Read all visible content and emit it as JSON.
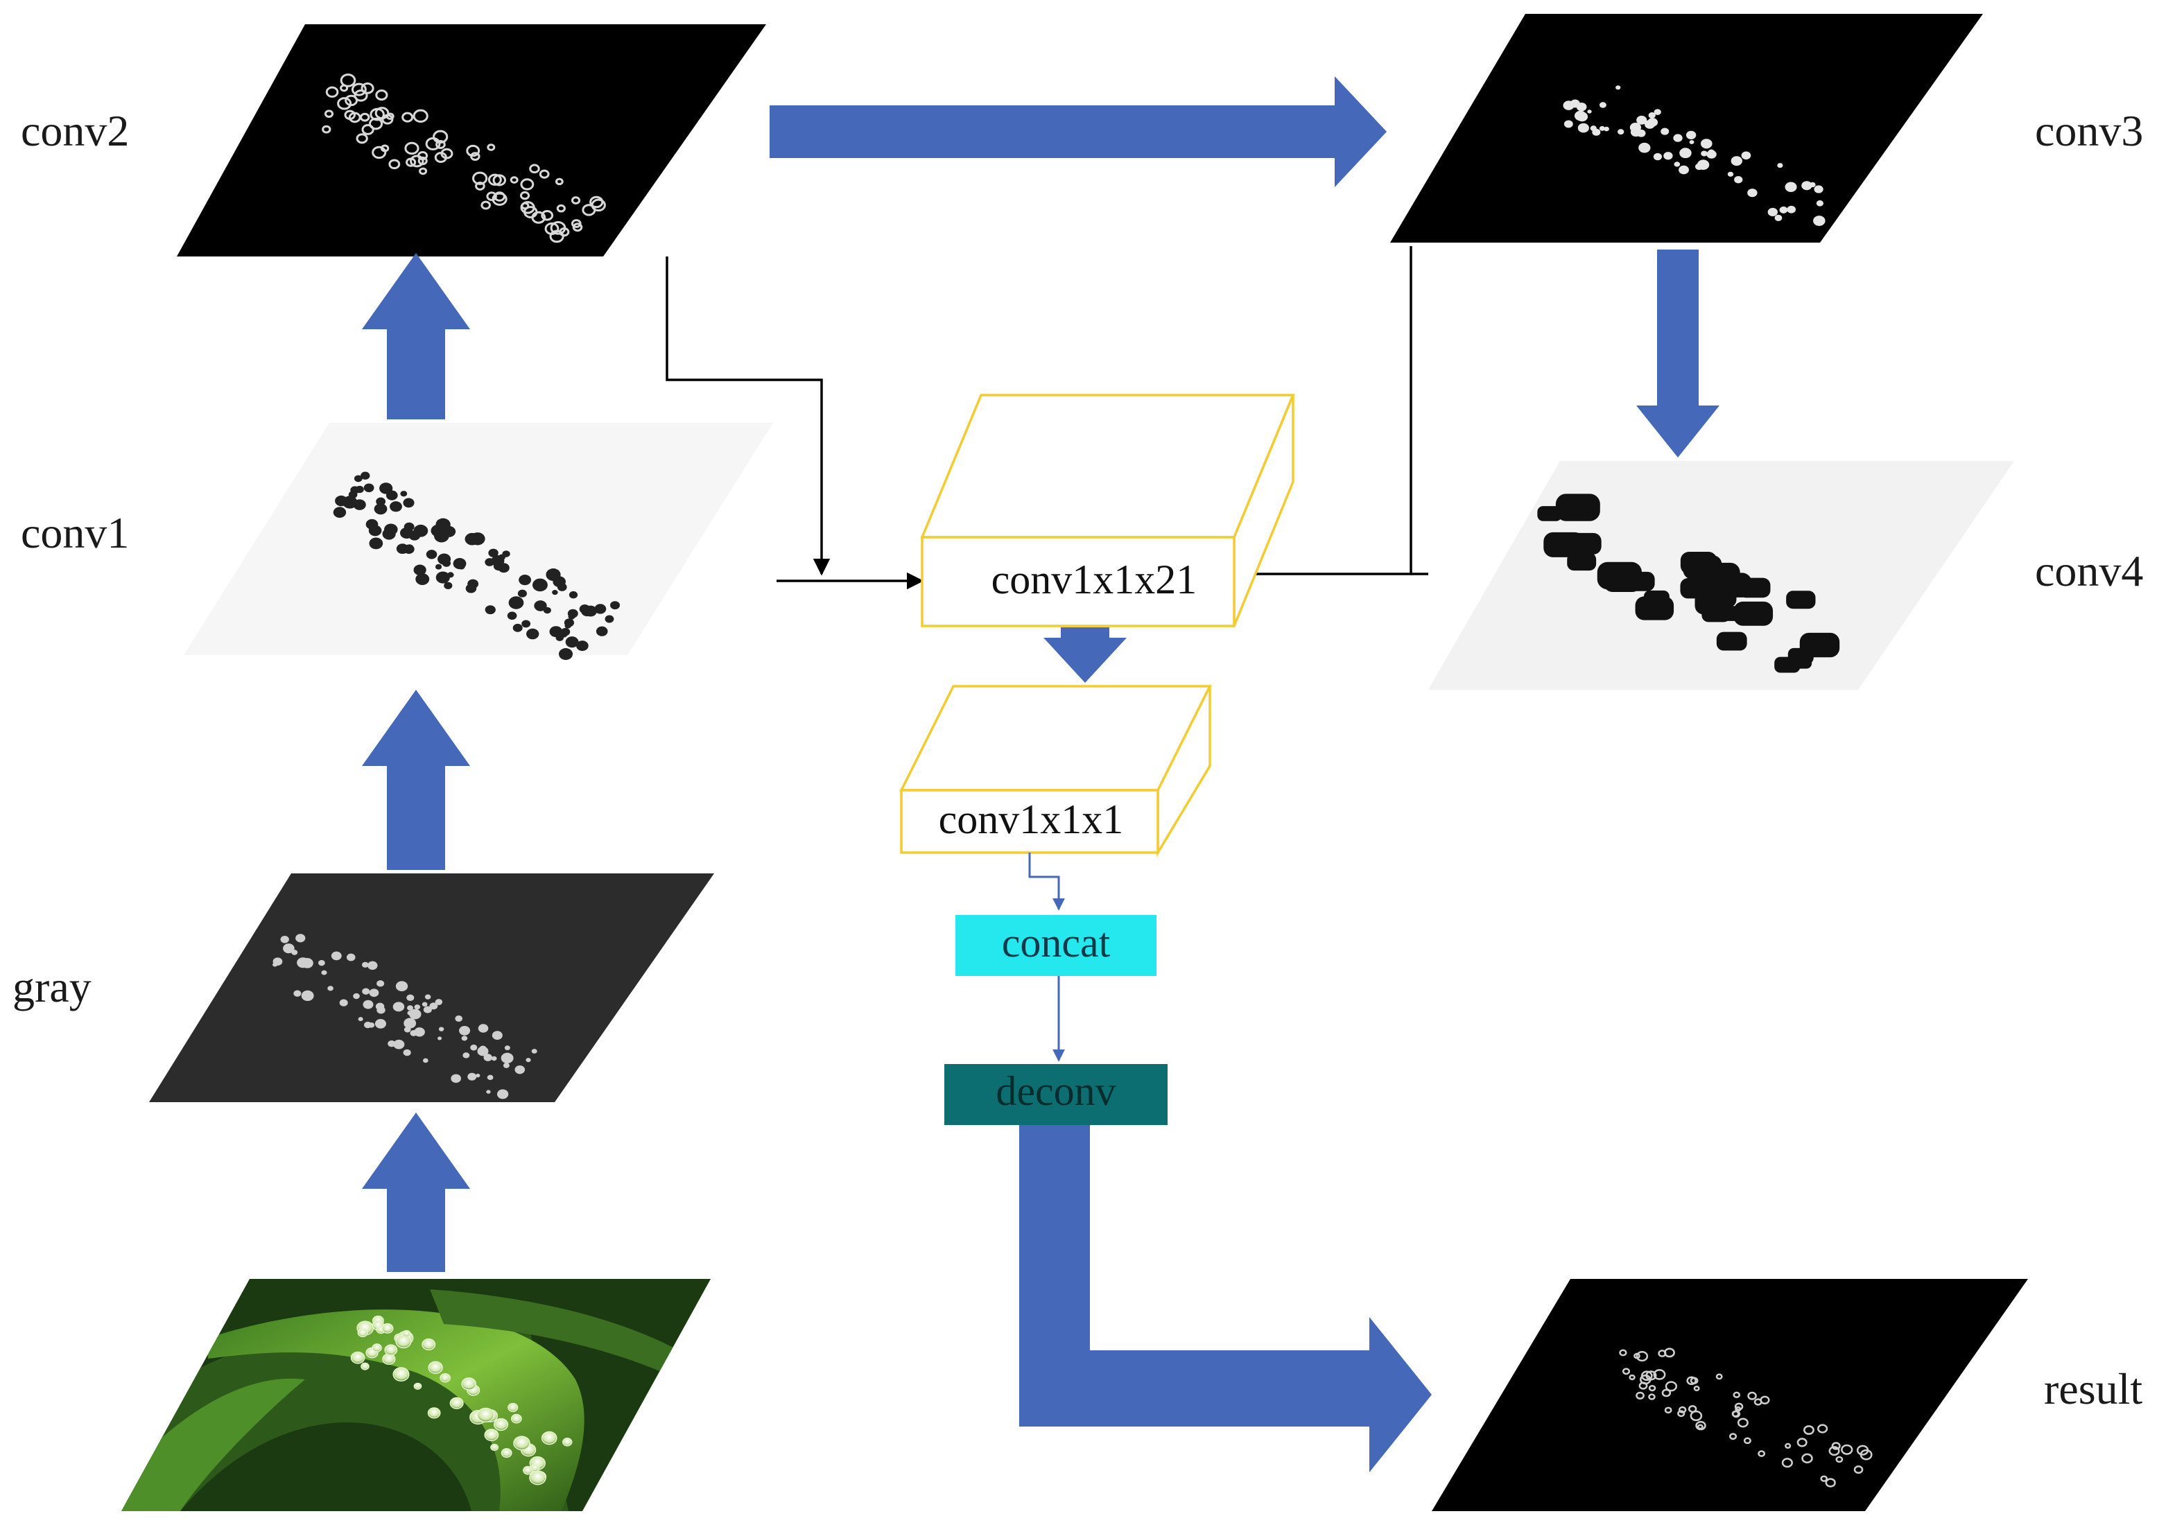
{
  "labels": {
    "conv1": "conv1",
    "conv2": "conv2",
    "conv3": "conv3",
    "conv4": "conv4",
    "gray": "gray",
    "result": "result"
  },
  "blocks": {
    "conv1x1x21": "conv1x1x21",
    "conv1x1x1": "conv1x1x1",
    "concat": "concat",
    "deconv": "deconv"
  },
  "colors": {
    "arrow_blue": "#4569b8",
    "box_outline": "#f2cc30",
    "concat_fill": "#25e8ee",
    "deconv_fill": "#0c6e70",
    "line_black": "#000000"
  }
}
